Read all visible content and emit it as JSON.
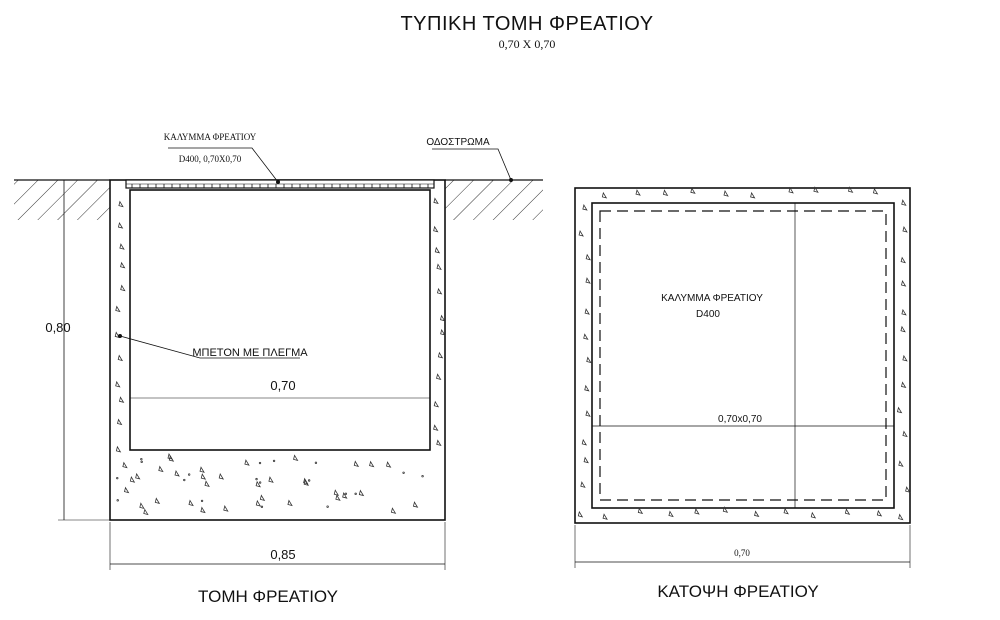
{
  "title": "ΤΥΠΙΚΗ ΤΟΜΗ ΦΡΕΑΤΙΟΥ",
  "subtitle": "0,70 X 0,70",
  "section": {
    "caption": "ΤΟΜΗ ΦΡΕΑΤΙΟΥ",
    "cover_label": "ΚΑΛΥΜΜΑ ΦΡΕΑΤΙΟΥ",
    "cover_spec": "D400, 0,70X0,70",
    "road_label": "ΟΔΟΣΤΡΩΜΑ",
    "concrete_label": "ΜΠΕΤΟΝ ΜΕ ΠΛΕΓΜΑ",
    "depth_dim": "0,80",
    "inner_width_dim": "0,70",
    "outer_width_dim": "0,85"
  },
  "plan": {
    "caption": "ΚΑΤΟΨΗ ΦΡΕΑΤΙΟΥ",
    "cover_label": "ΚΑΛΥΜΜΑ ΦΡΕΑΤΙΟΥ",
    "cover_class": "D400",
    "inner_dim": "0,70x0,70",
    "width_dim": "0,70"
  },
  "colors": {
    "line": "#111111",
    "paper": "#ffffff"
  }
}
